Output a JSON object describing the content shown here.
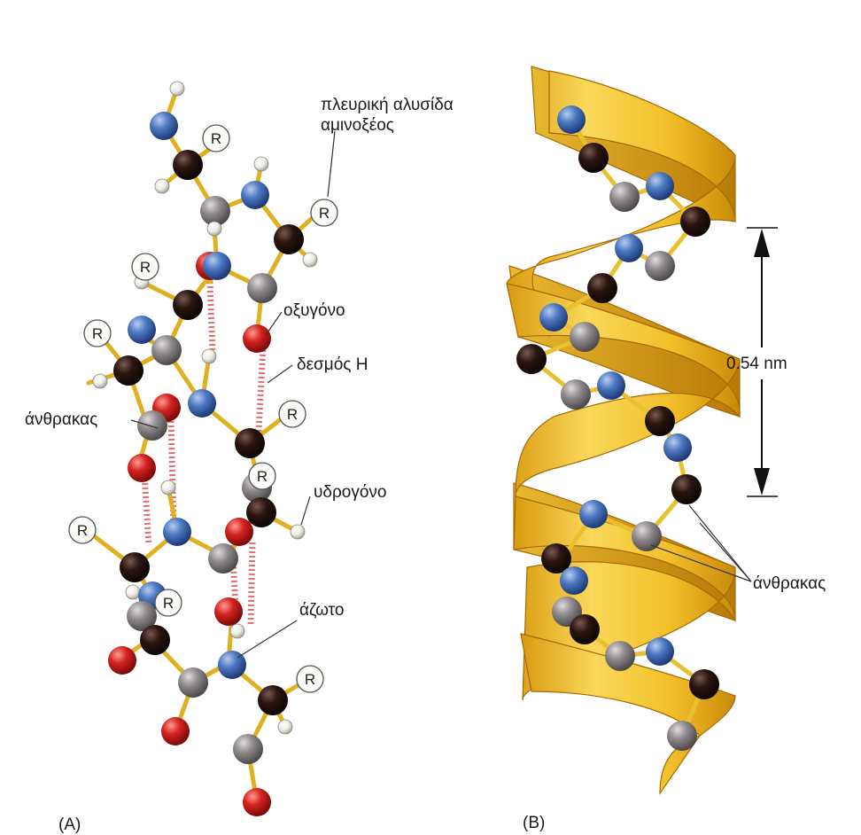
{
  "panel_a": {
    "panel_label": "(A)",
    "labels": {
      "side_chain_line1": "πλευρική αλυσίδα",
      "side_chain_line2": "αμινοξέος",
      "oxygen": "οξυγόνο",
      "h_bond": "δεσμός H",
      "carbon": "άνθρακας",
      "hydrogen": "υδρογόνο",
      "nitrogen": "άζωτο"
    },
    "r_group_letter": "R"
  },
  "panel_b": {
    "panel_label": "(B)",
    "pitch_label": "0.54 nm",
    "carbon": "άνθρακας"
  },
  "colors": {
    "carbon_alpha": "#2a1410",
    "carbon": "#8f8a8c",
    "nitrogen": "#4d78c0",
    "oxygen": "#d4221f",
    "hydrogen": "#f0f0ea",
    "bond": "#e0b020",
    "h_bond": "#e07070",
    "ribbon": "#f3c02a"
  }
}
